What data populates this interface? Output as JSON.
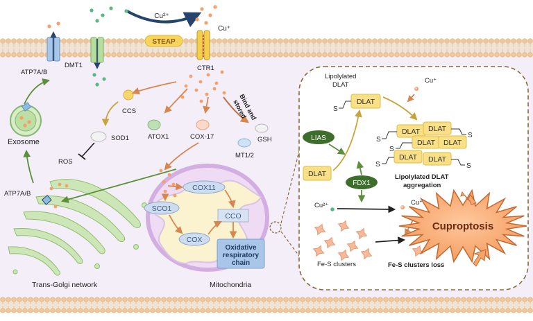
{
  "colors": {
    "membrane_head": "#f2c79a",
    "membrane_tail": "#e9d7c4",
    "cytoplasm": "#f3eef8",
    "copper": "#f4a06b",
    "copper_green": "#58b884",
    "arrow_orange": "#d88650",
    "arrow_gold": "#c9a23a",
    "arrow_green": "#5c8f3a",
    "pill_green": "#3e6e2c",
    "dlat_fill": "#f9df85",
    "cuproptosis_fill": "#f6a56c",
    "mito_outer": "#d9b8e6",
    "ox_fill": "#a9c6e8"
  },
  "labels": {
    "cu2_top": "Cu²⁺",
    "cu1_top": "Cu⁺",
    "steap": "STEAP",
    "atp7ab_top": "ATP7A/B",
    "dmt1": "DMT1",
    "ctr1": "CTR1",
    "ccs": "CCS",
    "sod1": "SOD1",
    "ros": "ROS",
    "atox1": "ATOX1",
    "cox17": "COX-17",
    "bind_stored_1": "Bind and",
    "bind_stored_2": "stored",
    "gsh": "GSH",
    "mt12": "MT1/2",
    "exosome": "Exosome",
    "atp7ab_golgi": "ATP7A/B",
    "trans_golgi": "Trans-Golgi network",
    "cox11": "COX11",
    "sco1": "SCO1",
    "cco": "CCO",
    "cox": "COX",
    "oxidative_1": "Oxidative",
    "oxidative_2": "respiratory",
    "oxidative_3": "chain",
    "mitochondria": "Mitochondria",
    "lipolylated_dlat_1": "Lipolylated",
    "lipolylated_dlat_2": "DLAT",
    "dlat": "DLAT",
    "s": "S",
    "cu1_inset": "Cu⁺",
    "lias": "LIAS",
    "fdx1": "FDX1",
    "dlat_plain": "DLAT",
    "agg_1": "Lipolylated DLAT",
    "agg_2": "aggregation",
    "cu2_inset": "Cu²⁺",
    "cu1_inset2": "Cu⁺",
    "cuproptosis": "Cuproptosis",
    "fes_clusters": "Fe-S clusters",
    "fes_loss": "Fe-S clusters loss"
  }
}
